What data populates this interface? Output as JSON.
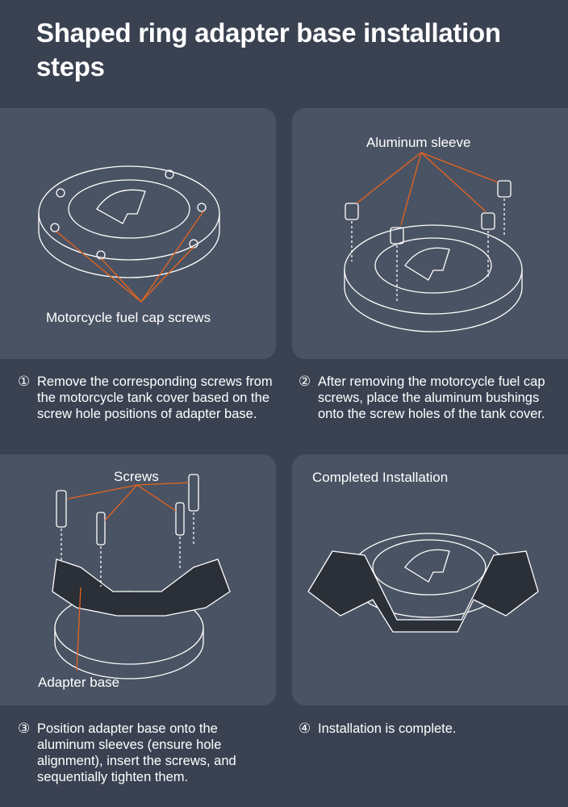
{
  "title": "Shaped ring adapter base installation steps",
  "panels": [
    {
      "label": "Motorcycle fuel cap screws"
    },
    {
      "label": "Aluminum sleeve"
    },
    {
      "label": "Screws",
      "label2": "Adapter base"
    },
    {
      "label": "Completed Installation"
    }
  ],
  "steps": [
    {
      "num": "①",
      "text": "Remove the corresponding screws from the motorcycle tank cover based on the screw hole positions of adapter base."
    },
    {
      "num": "②",
      "text": "After removing the motorcycle fuel cap screws, place the aluminum bushings onto the screw holes of the tank cover."
    },
    {
      "num": "③",
      "text": "Position adapter base onto the aluminum sleeves (ensure hole alignment), insert the screws, and sequentially tighten them."
    },
    {
      "num": "④",
      "text": "Installation is complete."
    }
  ],
  "colors": {
    "background": "#3a4252",
    "panel": "#4a5363",
    "arrow": "#e8641e"
  }
}
